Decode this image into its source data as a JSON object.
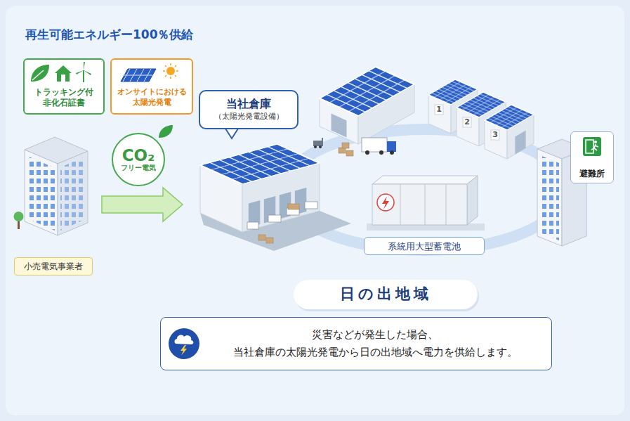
{
  "diagram": {
    "title": "再生可能エネルギー100％供給",
    "nodes": [
      {
        "text": [
          "トラッキング付 非化石証書"
        ]
      },
      {
        "text": [
          "オンサイトにおける 太陽光発電"
        ]
      },
      {
        "text": [
          "CO₂",
          "フリー電気"
        ]
      },
      {
        "text": [
          "小売電気事業者"
        ]
      },
      {
        "text": [
          "当社倉庫",
          "（太陽光発電設備）"
        ]
      },
      {
        "text": [
          "系統用大型蓄電池"
        ]
      },
      {
        "text": [
          "避難所"
        ]
      },
      {
        "text": [
          "日の出地域"
        ]
      },
      {
        "text": [
          "災害などが発生した場合、 当社倉庫の太陽光発電から日の出地域へ電力を供給します。"
        ]
      }
    ],
    "labels": [
      "1",
      "2",
      "3"
    ]
  }
}
